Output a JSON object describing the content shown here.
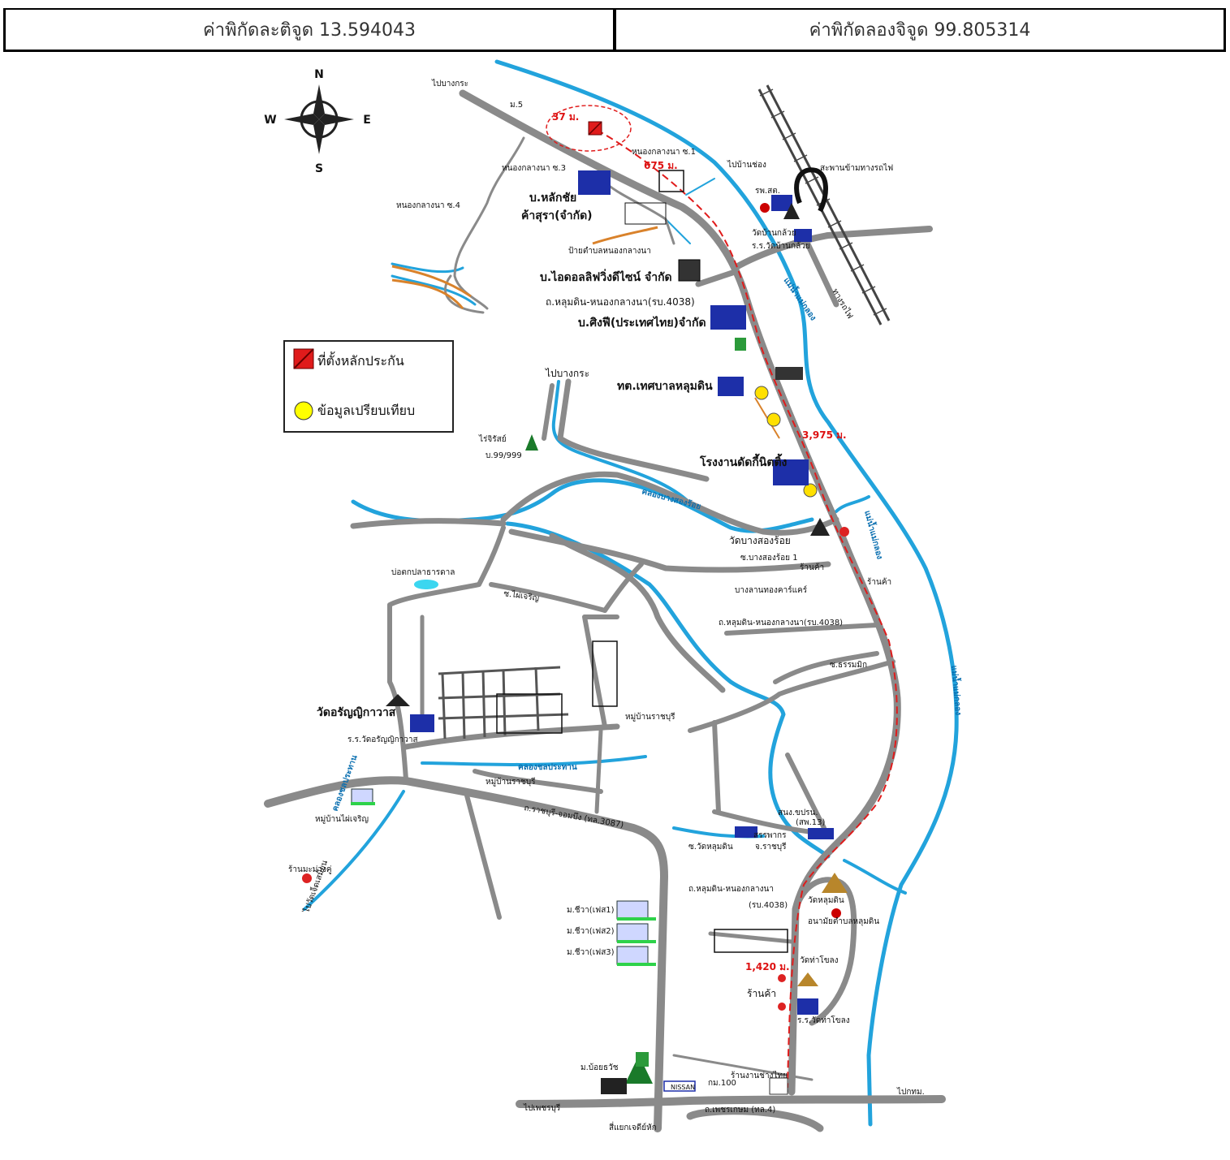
{
  "header": {
    "latitude_label": "ค่าพิกัดละติจูด 13.594043",
    "longitude_label": "ค่าพิกัดลองจิจูด 99.805314"
  },
  "compass": {
    "n": "N",
    "s": "S",
    "e": "E",
    "w": "W"
  },
  "legend": {
    "collateral_label": "ที่ตั้งหลักประกัน",
    "comparison_label": "ข้อมูลเปรียบเทียบ",
    "collateral_color": "#e01b1b",
    "comparison_color": "#ffff00"
  },
  "distances": {
    "d1": "37 ม.",
    "d2": "675 ม.",
    "d3": "3,975 ม.",
    "d4": "1,420 ม."
  },
  "places": {
    "p01": "ไปบางกระ",
    "p02": "ม.5",
    "p03": "หนองกลางนา ซ.1",
    "p04": "หนองกลางนา ซ.3",
    "p05": "หนองกลางนา ซ.4",
    "p06": "บ.หลักชัย",
    "p07": "ค้าสุรา(จำกัด)",
    "p08": "ป้ายตำบลหนองกลางนา",
    "p09": "บ.ไอดอลลิฟวิ่งดีไซน์ จำกัด",
    "p10": "ถ.หลุมดิน-หนองกลางนา(รบ.4038)",
    "p11": "บ.ศิงฟี(ประเทศไทย)จำกัด",
    "p12": "ไปบ้านช่อง",
    "p13": "สะพานข้ามทางรถไฟ",
    "p14": "รพ.สต.",
    "p15": "วัดบ้านกล้วย",
    "p16": "ร.ร.วัดบ้านกล้วย",
    "p17": "ทางรถไฟ",
    "p18": "ไปบางกระ",
    "p19": "ทต.เทศบาลหลุมดิน",
    "p20": "ไร่จิรัสย์",
    "p21": "บ.99/999",
    "p22": "โรงงานดัดกี้นิตติ้ง",
    "p23": "คลองบางสองร้อย",
    "p24": "วัดบางสองร้อย",
    "p25": "ซ.บางสองร้อย 1",
    "p26": "ร้านค้า",
    "p27": "บางลานทองคาร์แคร์",
    "p28": "ร้านค้า",
    "p29": "บ่อตกปลาธารดาล",
    "p30": "ซ.ไผ่เจริญ",
    "p31": "ถ.หลุมดิน-หนองกลางนา(รบ.4038)",
    "p32": "ซ.ธรรมมิก",
    "p33": "วัดอรัญญิกาวาส",
    "p34": "ร.ร.วัดอรัญญิกาวาส",
    "p35": "หมู่บ้านราชบุรี",
    "p36": "หมู่บ้านราชบุรี",
    "p37": "คลองชลประทาน",
    "p38": "หมู่บ้านไผ่เจริญ",
    "p39": "ร้านมะม่วงคู่",
    "p40": "ไปวัดเจ็ดเสมียน",
    "p41": "ถ.ราชบุรี-จอมบึง (ทล.3087)",
    "p42": "สรรพากร",
    "p43": "สนง.ขปรน.",
    "p44": "(สพ.13)",
    "p45": "จ.ราชบุรี",
    "p46": "ซ.วัดหลุมดิน",
    "p47": "ถ.หลุมดิน-หนองกลางนา",
    "p48": "(รบ.4038)",
    "p49": "วัดหลุมดิน",
    "p50": "อนามัยตำบลหลุมดิน",
    "p51": "ม.ชีวา(เฟส1)",
    "p52": "ม.ชีวา(เฟส2)",
    "p53": "ม.ชีวา(เฟส3)",
    "p54": "วัดท่าโขลง",
    "p55": "ร้านค้า",
    "p56": "ร.ร.วัดท่าโขลง",
    "p57": "ม.บ้อยธวัช",
    "p58": "กม.100",
    "p59": "ร้านงานช่างไทย",
    "p60": "ไปเพชรบุรี",
    "p61": "สี่แยกเจดีย์หัก",
    "p62": "ถ.เพชรเกษม (ทล.4)",
    "p63": "ไปกทม.",
    "p64": "แม่น้ำแม่กลอง",
    "p65": "แม่น้ำแม่กลอง",
    "p66": "แม่น้ำแม่กลอง",
    "p67": "คลองชลประทาน",
    "p68": "NISSAN"
  }
}
